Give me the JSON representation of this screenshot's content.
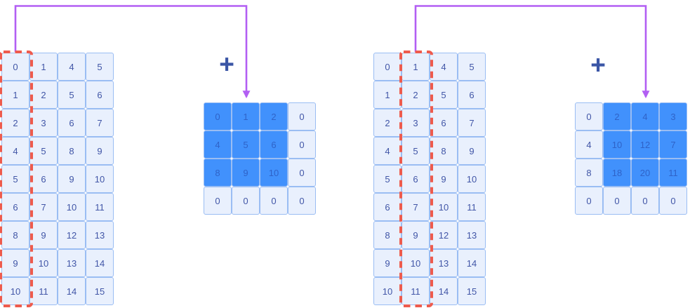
{
  "colors": {
    "background": "#ffffff",
    "cell_fill": "#e9f0fd",
    "cell_border": "#9abdf3",
    "cell_dark_fill": "#4191fc",
    "number_text": "#4156a7",
    "number_text_dark": "#2f63c8",
    "column_highlight": "#ee5b4d",
    "connector": "#b25ff3",
    "plus": "#3a55a5"
  },
  "left": {
    "plus_label": "+",
    "input_matrix": {
      "rows": [
        [
          0,
          1,
          4,
          5
        ],
        [
          1,
          2,
          5,
          6
        ],
        [
          2,
          3,
          6,
          7
        ],
        [
          4,
          5,
          8,
          9
        ],
        [
          5,
          6,
          9,
          10
        ],
        [
          6,
          7,
          10,
          11
        ],
        [
          8,
          9,
          12,
          13
        ],
        [
          9,
          10,
          13,
          14
        ],
        [
          10,
          11,
          14,
          15
        ]
      ],
      "highlighted_column": 0
    },
    "output_matrix": {
      "rows": [
        [
          0,
          1,
          2,
          0
        ],
        [
          4,
          5,
          6,
          0
        ],
        [
          8,
          9,
          10,
          0
        ],
        [
          0,
          0,
          0,
          0
        ]
      ],
      "highlighted_region": {
        "rows": [
          0,
          2
        ],
        "cols": [
          0,
          2
        ]
      }
    }
  },
  "right": {
    "plus_label": "+",
    "input_matrix": {
      "rows": [
        [
          0,
          1,
          4,
          5
        ],
        [
          1,
          2,
          5,
          6
        ],
        [
          2,
          3,
          6,
          7
        ],
        [
          4,
          5,
          8,
          9
        ],
        [
          5,
          6,
          9,
          10
        ],
        [
          6,
          7,
          10,
          11
        ],
        [
          8,
          9,
          12,
          13
        ],
        [
          9,
          10,
          13,
          14
        ],
        [
          10,
          11,
          14,
          15
        ]
      ],
      "highlighted_column": 1
    },
    "output_matrix": {
      "rows": [
        [
          0,
          2,
          4,
          3
        ],
        [
          4,
          10,
          12,
          7
        ],
        [
          8,
          18,
          20,
          11
        ],
        [
          0,
          0,
          0,
          0
        ]
      ],
      "highlighted_region": {
        "rows": [
          0,
          2
        ],
        "cols": [
          1,
          3
        ]
      }
    }
  }
}
